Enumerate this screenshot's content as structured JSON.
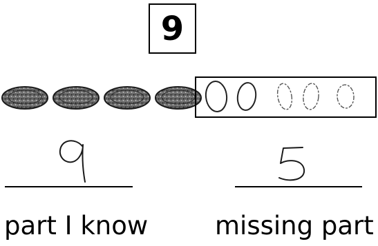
{
  "total": "9",
  "counters": {
    "known_count": 4,
    "missing_count": 5,
    "filled_counter_icon": "filled-counter-icon",
    "drawn_circle_icon": "hand-drawn-circle-icon"
  },
  "answers": {
    "part_known_value": "9",
    "missing_part_value": "5"
  },
  "captions": {
    "part_known": "part I know",
    "missing_part": "missing part"
  }
}
